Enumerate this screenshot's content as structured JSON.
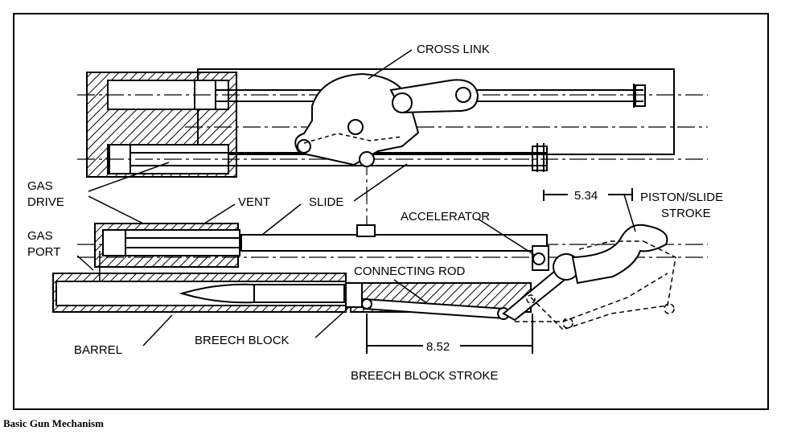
{
  "labels": {
    "cross_link": "CROSS LINK",
    "gas_drive_1": "GAS",
    "gas_drive_2": "DRIVE",
    "vent": "VENT",
    "slide": "SLIDE",
    "stroke_534": "5.34",
    "piston_slide_1": "PISTON/SLIDE",
    "piston_slide_2": "STROKE",
    "accelerator": "ACCELERATOR",
    "gas_port_1": "GAS",
    "gas_port_2": "PORT",
    "connecting_rod": "CONNECTING ROD",
    "barrel": "BARREL",
    "breech_block": "BREECH BLOCK",
    "stroke_852": "8.52",
    "breech_block_stroke": "BREECH BLOCK STROKE"
  },
  "caption": "Basic Gun Mechanism"
}
